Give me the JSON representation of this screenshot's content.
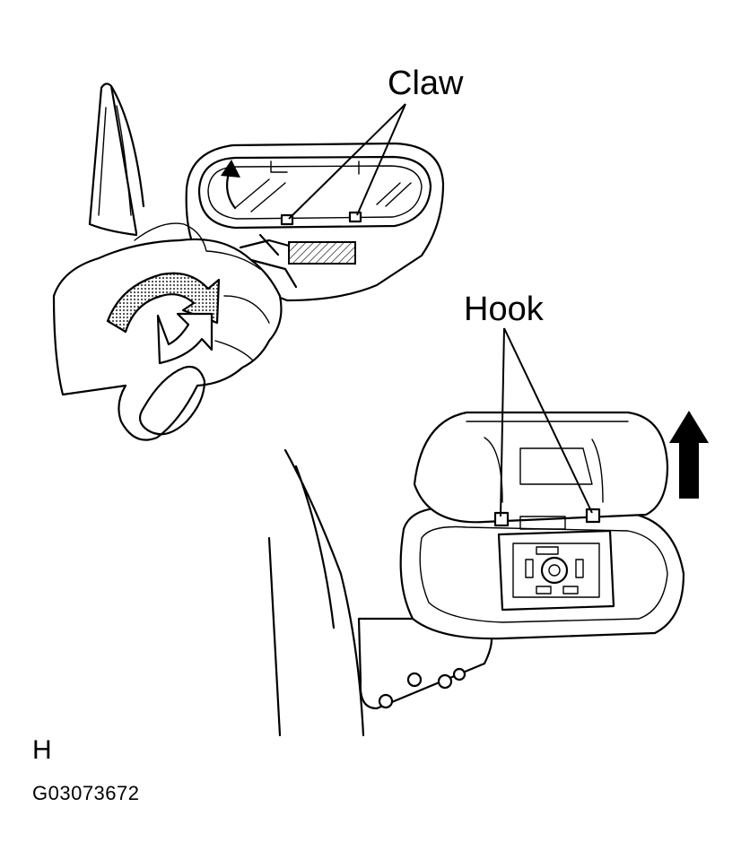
{
  "labels": {
    "claw": "Claw",
    "hook": "Hook",
    "view_letter": "H",
    "figure_code": "G03073672"
  },
  "colors": {
    "ink": "#000000",
    "background": "#ffffff",
    "shading": "#9a9a9a"
  },
  "icons": {
    "rotate_arrow": "curved-rotate-arrow-icon",
    "pry_arrow": "curved-lift-arrow-icon",
    "up_arrow": "thick-up-arrow-icon"
  }
}
